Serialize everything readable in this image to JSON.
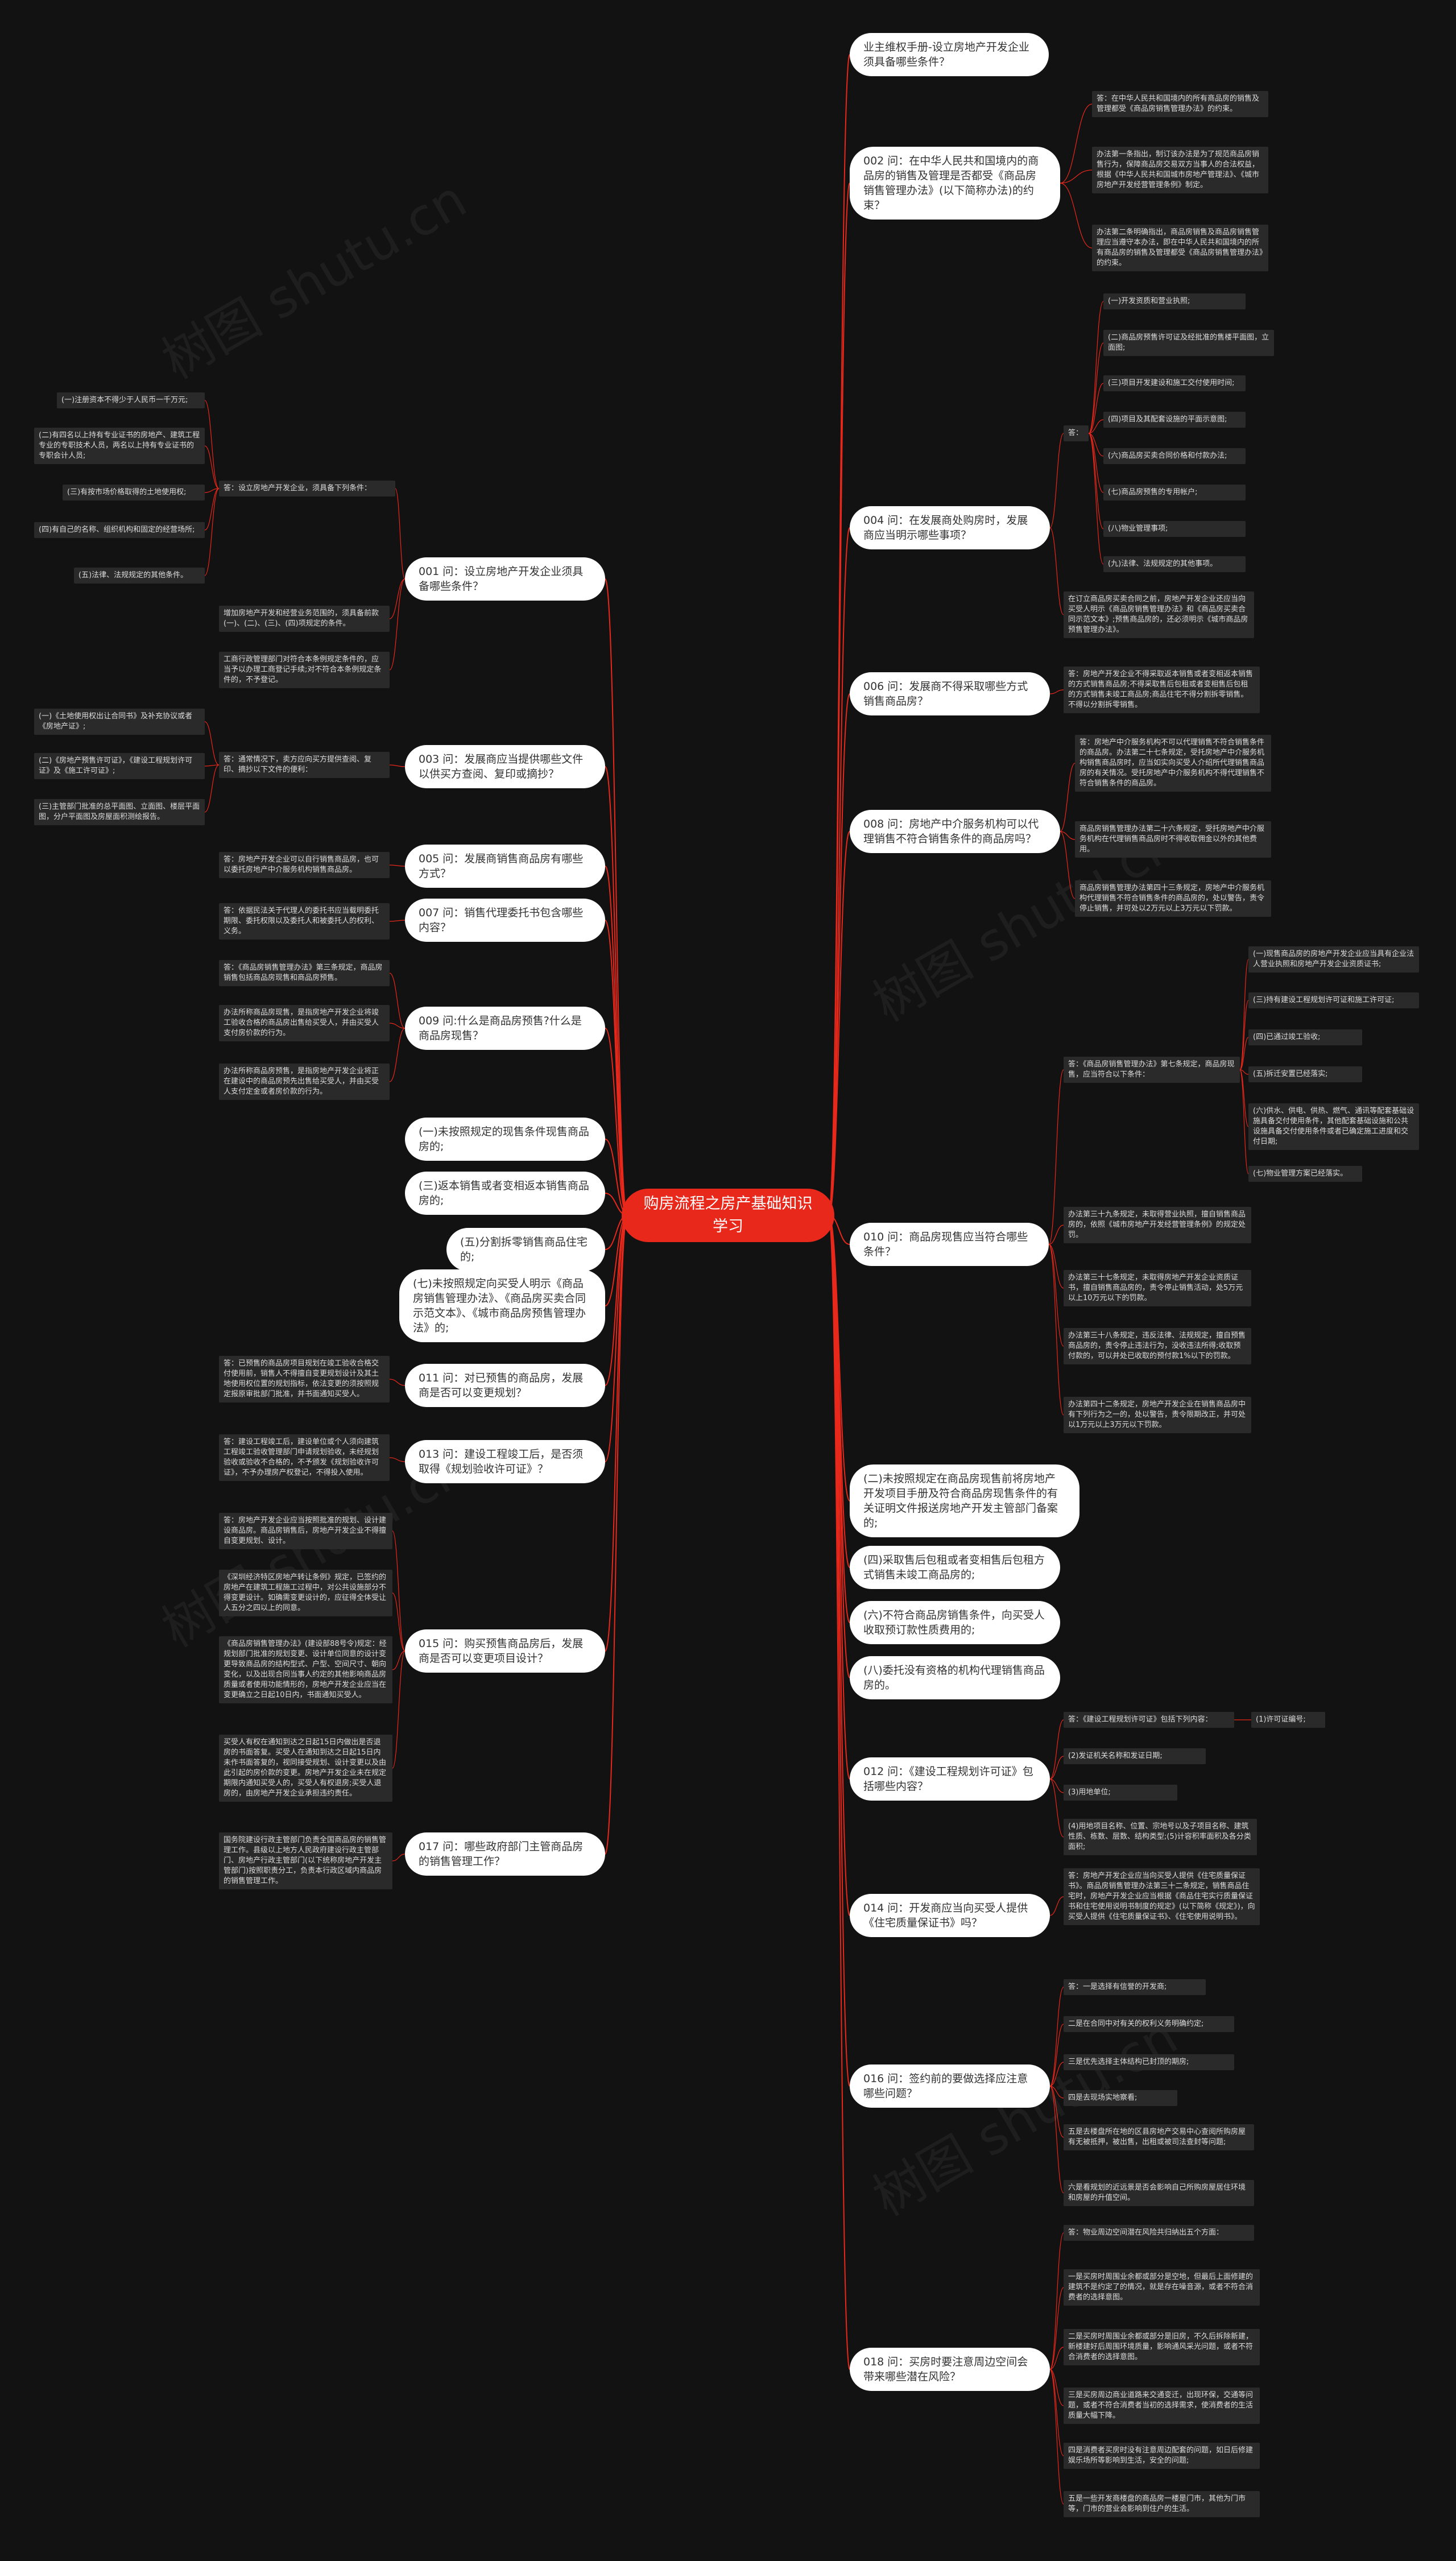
{
  "central_topic": "购房流程之房产基础知识学习",
  "watermark": "树图 shutu.cn",
  "questions": {
    "r0": "业主维权手册-设立房地产开发企业须具备哪些条件？",
    "r1": "002 问：在中华人民共和国境内的商品房的销售及管理是否都受《商品房销售管理办法》(以下简称办法)的约束？",
    "r2": "004 问：在发展商处购房时，发展商应当明示哪些事项？",
    "r3": "006 问：发展商不得采取哪些方式销售商品房？",
    "r4": "008 问：房地产中介服务机构可以代理销售不符合销售条件的商品房吗？",
    "r5": "010 问：商品房现售应当符合哪些条件？",
    "r6": "(二)未按照规定在商品房现售前将房地产开发项目手册及符合商品房现售条件的有关证明文件报送房地产开发主管部门备案的;",
    "r7": "(四)采取售后包租或者变相售后包租方式销售未竣工商品房的;",
    "r8": "(六)不符合商品房销售条件，向买受人收取预订款性质费用的;",
    "r9": "(八)委托没有资格的机构代理销售商品房的。",
    "r10": "012 问：《建设工程规划许可证》包括哪些内容？",
    "r11": "014 问：开发商应当向买受人提供《住宅质量保证书》吗？",
    "r12": "016 问：签约前的要做选择应注意哪些问题？",
    "r13": "018 问：买房时要注意周边空间会带来哪些潜在风险？",
    "l0": "001 问：设立房地产开发企业须具备哪些条件？",
    "l1": "003 问：发展商应当提供哪些文件以供买方查阅、复印或摘抄？",
    "l2": "005 问：发展商销售商品房有哪些方式？",
    "l3": "007 问：销售代理委托书包含哪些内容？",
    "l4": "009 问:什么是商品房预售?什么是商品房现售？",
    "l5": "(一)未按照规定的现售条件现售商品房的;",
    "l6": "(三)返本销售或者变相返本销售商品房的;",
    "l7": "(五)分割拆零销售商品住宅的;",
    "l8": "(七)未按照规定向买受人明示《商品房销售管理办法》、《商品房买卖合同示范文本》、《城市商品房预售管理办法》的;",
    "l9": "011 问：对已预售的商品房，发展商是否可以变更规划？",
    "l10": "013 问：建设工程竣工后，是否须取得《规划验收许可证》？",
    "l11": "015 问：购买预售商品房后，发展商是否可以变更项目设计？",
    "l12": "017 问：哪些政府部门主管商品房的销售管理工作？"
  },
  "notes": {
    "r1": [
      "答：在中华人民共和国境内的所有商品房的销售及管理都受《商品房销售管理办法》的约束。",
      "办法第一条指出，制订该办法是为了规范商品房销售行为，保障商品房交易双方当事人的合法权益，根据《中华人民共和国城市房地产管理法》、《城市房地产开发经营管理条例》制定。",
      "办法第二条明确指出，商品房销售及商品房销售管理应当遵守本办法，即在中华人民共和国境内的所有商品房的销售及管理都受《商品房销售管理办法》的约束。"
    ],
    "r2_head": "答：",
    "r2": [
      "(一)开发资质和营业执照;",
      "(二)商品房预售许可证及经批准的售楼平面图，立面图;",
      "(三)项目开发建设和施工交付使用时间;",
      "(四)项目及其配套设施的平面示意图;",
      "(六)商品房买卖合同价格和付款办法;",
      "(七)商品房预售的专用帐户;",
      "(八)物业管理事项;",
      "(九)法律、法规规定的其他事项。",
      "在订立商品房买卖合同之前，房地产开发企业还应当向买受人明示《商品房销售管理办法》和《商品房买卖合同示范文本》;预售商品房的，还必须明示《城市商品房预售管理办法》。"
    ],
    "r3": [
      "答：房地产开发企业不得采取返本销售或者变相返本销售的方式销售商品房;不得采取售后包租或者变相售后包租的方式销售未竣工商品房;商品住宅不得分割拆零销售。不得以分割拆零销售。"
    ],
    "r4": [
      "答：房地产中介服务机构不可以代理销售不符合销售条件的商品房。办法第二十七条规定，受托房地产中介服务机构销售商品房时，应当如实向买受人介绍所代理销售商品房的有关情况。受托房地产中介服务机构不得代理销售不符合销售条件的商品房。",
      "商品房销售管理办法第二十六条规定，受托房地产中介服务机构在代理销售商品房时不得收取佣金以外的其他费用。",
      "商品房销售管理办法第四十三条规定，房地产中介服务机构代理销售不符合销售条件的商品房的，处以警告，责令停止销售，并可处以2万元以上3万元以下罚款。"
    ],
    "r5_head": "答：《商品房销售管理办法》第七条规定，商品房现售，应当符合以下条件：",
    "r5": [
      "(一)现售商品房的房地产开发企业应当具有企业法人营业执照和房地产开发企业资质证书;",
      "(三)持有建设工程规划许可证和施工许可证;",
      "(四)已通过竣工验收;",
      "(五)拆迁安置已经落实;",
      "(六)供水、供电、供热、燃气、通讯等配套基础设施具备交付使用条件，其他配套基础设施和公共设施具备交付使用条件或者已确定施工进度和交付日期;",
      "(七)物业管理方案已经落实。",
      "办法第三十九条规定，未取得营业执照，擅自销售商品房的，依照《城市房地产开发经营管理条例》的规定处罚。",
      "办法第三十七条规定，未取得房地产开发企业资质证书，擅自销售商品房的，责令停止销售活动，处5万元以上10万元以下的罚款。",
      "办法第三十八条规定，违反法律、法规规定，擅自预售商品房的，责令停止违法行为，没收违法所得;收取预付款的，可以并处已收取的预付款1%以下的罚款。",
      "办法第四十二条规定，房地产开发企业在销售商品房中有下列行为之一的，处以警告，责令限期改正，并可处以1万元以上3万元以下罚款。"
    ],
    "r10_head": "答：《建设工程规划许可证》包括下列内容：",
    "r10_side": "(1)许可证编号;",
    "r10": [
      "(2)发证机关名称和发证日期;",
      "(3)用地单位;",
      "(4)用地项目名称、位置、宗地号以及子项目名称、建筑性质、栋数、层数、结构类型;(5)计容积率面积及各分类面积;"
    ],
    "r11": [
      "答：房地产开发企业应当向买受人提供《住宅质量保证书》。商品房销售管理办法第三十二条规定，销售商品住宅时，房地产开发企业应当根据《商品住宅实行质量保证书和住宅使用说明书制度的规定》(以下简称《规定》)，向买受人提供《住宅质量保证书》、《住宅使用说明书》。"
    ],
    "r12": [
      "答：一是选择有信誉的开发商;",
      "二是在合同中对有关的权利义务明确约定;",
      "三是优先选择主体结构已封顶的期房;",
      "四是去现场实地察看;",
      "五是去楼盘所在地的区县房地产交易中心查阅所购房屋有无被抵押，被出售，出租或被司法查封等问题;",
      "六是看规划的近远景是否会影响自己所购房屋居住环境和房屋的升值空间。"
    ],
    "r13": [
      "答：物业周边空间潜在风险共归纳出五个方面：",
      "一是买房时周围业余都或部分是空地，但最后上面修建的建筑不是约定了的情况，就是存在噪音源，或者不符合消费者的选择意图。",
      "二是买房时周围业余都或部分是旧房，不久后拆除新建，新楼建好后周围环境质量，影响通风采光问题，或者不符合消费者的选择意图。",
      "三是买房周边商业道路来交通变迁，出现环保，交通等问题，或者不符合消费者当初的选择需求，使消费者的生活质量大幅下降。",
      "四是消费者买房时没有注意周边配套的问题，如日后修建娱乐场所等影响到生活，安全的问题;",
      "五是一些开发商楼盘的商品房一楼是门市，其他为门市等，门市的营业会影响到住户的生活。"
    ],
    "l0_head": "答：设立房地产开发企业，须具备下列条件：",
    "l0_sub": [
      "(一)注册资本不得少于人民币一千万元;",
      "(二)有四名以上持有专业证书的房地产、建筑工程专业的专职技术人员，两名以上持有专业证书的专职会计人员;",
      "(三)有按市场价格取得的土地使用权;",
      "(四)有自己的名称、组织机构和固定的经营场所;",
      "(五)法律、法规规定的其他条件。"
    ],
    "l0": [
      "增加房地产开发和经营业务范围的，须具备前款(一)、(二)、(三)、(四)项规定的条件。",
      "工商行政管理部门对符合本条例规定条件的，应当予以办理工商登记手续;对不符合本条例规定条件的，不予登记。"
    ],
    "l1_sub": [
      "(一)《土地使用权出让合同书》及补充协议或者《房地产证》;",
      "(二)《房地产预售许可证》，《建设工程规划许可证》及《施工许可证》;",
      "(三)主管部门批准的总平面图、立面图、楼层平面图，分户平面图及房屋面积测绘报告。"
    ],
    "l1_head": "答：通常情况下，卖方应向买方提供查阅、复印、摘抄以下文件的便利：",
    "l2": [
      "答：房地产开发企业可以自行销售商品房，也可以委托房地产中介服务机构销售商品房。"
    ],
    "l3": [
      "答：依据民法关于代理人的委托书应当载明委托期限、委托权限以及委托人和被委托人的权利、义务。"
    ],
    "l4": [
      "答：《商品房销售管理办法》第三条规定，商品房销售包括商品房现售和商品房预售。",
      "办法所称商品房现售，是指房地产开发企业将竣工验收合格的商品房出售给买受人，并由买受人支付房价款的行为。",
      "办法所称商品房预售，是指房地产开发企业将正在建设中的商品房预先出售给买受人，并由买受人支付定金或者房价款的行为。"
    ],
    "l9": [
      "答：已预售的商品房项目规划在竣工验收合格交付使用前，销售人不得擅自变更规划设计及其土地使用权位置的规划指标，依法变更的须按照规定报原审批部门批准，并书面通知买受人。"
    ],
    "l10": [
      "答：建设工程竣工后，建设单位或个人须向建筑工程竣工验收管理部门申请规划验收，未经规划验收或验收不合格的，不予颁发《规划验收许可证》，不予办理房产权登记，不得投入使用。"
    ],
    "l11": [
      "答：房地产开发企业应当按照批准的规划、设计建设商品房。商品房销售后，房地产开发企业不得擅自变更规划、设计。",
      "《深圳经济特区房地产转让条例》规定，已签约的房地产在建筑工程施工过程中，对公共设施部分不得变更设计。如确需变更设计的，应征得全体受让人五分之四以上的同意。",
      "《商品房销售管理办法》(建设部88号令)规定：经规划部门批准的规划变更、设计单位同意的设计变更导致商品房的结构型式、户型、空间尺寸、朝向变化，以及出现合同当事人约定的其他影响商品房质量或者使用功能情形的，房地产开发企业应当在变更确立之日起10日内，书面通知买受人。",
      "买受人有权在通知到达之日起15日内做出是否退房的书面答复。买受人在通知到达之日起15日内未作书面答复的，视同接受规划、设计变更以及由此引起的房价款的变更。房地产开发企业未在规定期限内通知买受人的，买受人有权退房;买受人退房的，由房地产开发企业承担违约责任。"
    ],
    "l12": [
      "国务院建设行政主管部门负责全国商品房的销售管理工作。县级以上地方人民政府建设行政主管部门、房地产行政主管部门(以下统称房地产开发主管部门)按照职责分工，负责本行政区域内商品房的销售管理工作。"
    ]
  },
  "colors": {
    "branch": "#e8281b",
    "center": "#e8281b",
    "background": "#121212"
  }
}
